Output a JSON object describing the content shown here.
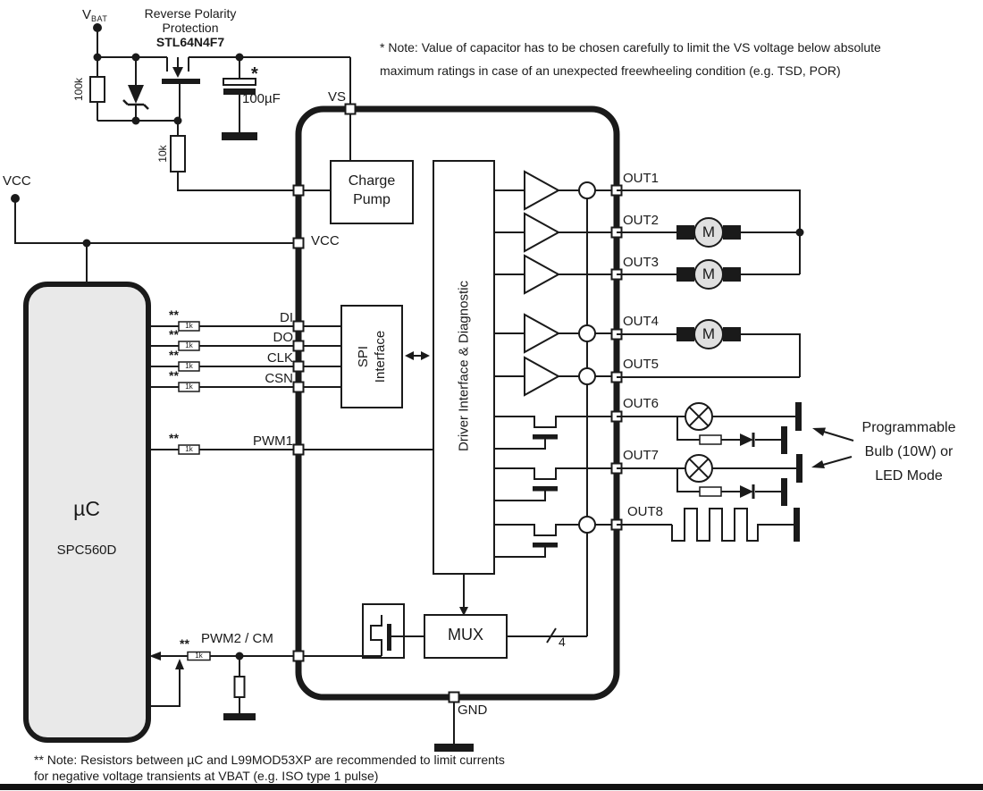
{
  "power": {
    "vbat": "V",
    "vbat_sub": "BAT",
    "protection_line1": "Reverse Polarity",
    "protection_line2": "Protection",
    "protection_part": "STL64N4F7",
    "r_pullup": "100k",
    "r_gate": "10k",
    "cap_star": "*",
    "cap_value": "100µF",
    "vcc_terminal": "VCC"
  },
  "notes": {
    "top_line1": "* Note: Value of capacitor has to be chosen carefully to limit the VS voltage below absolute",
    "top_line2": "maximum ratings in case of an unexpected freewheeling condition (e.g. TSD, POR)",
    "bottom_line1": "** Note: Resistors between µC and L99MOD53XP are recommended to limit currents",
    "bottom_line2": "for negative voltage transients at VBAT (e.g. ISO type 1 pulse)"
  },
  "ic": {
    "pin_vs": "VS",
    "pin_vcc": "VCC",
    "pin_gnd": "GND",
    "charge_pump": "Charge Pump",
    "spi_line1": "SPI",
    "spi_line2": "Interface",
    "driver": "Driver Interface & Diagnostic",
    "mux": "MUX",
    "bus_width": "4"
  },
  "mcu": {
    "title": "µC",
    "part": "SPC560D"
  },
  "signals": {
    "stars": "**",
    "items": [
      {
        "label": "DI",
        "r": "1k"
      },
      {
        "label": "DO",
        "r": "1k"
      },
      {
        "label": "CLK",
        "r": "1k"
      },
      {
        "label": "CSN",
        "r": "1k"
      },
      {
        "label": "PWM1",
        "r": "1k"
      },
      {
        "label": "PWM2 / CM",
        "r": "1k"
      }
    ]
  },
  "outputs": {
    "labels": [
      "OUT1",
      "OUT2",
      "OUT3",
      "OUT4",
      "OUT5",
      "OUT6",
      "OUT7",
      "OUT8"
    ],
    "motor": "M",
    "load_note_line1": "Programmable",
    "load_note_line2": "Bulb (10W) or",
    "load_note_line3": "LED Mode"
  },
  "colors": {
    "wire": "#1a1a1a",
    "mcu_fill": "#e9e9e9",
    "motor_fill": "#e0e0e0"
  }
}
